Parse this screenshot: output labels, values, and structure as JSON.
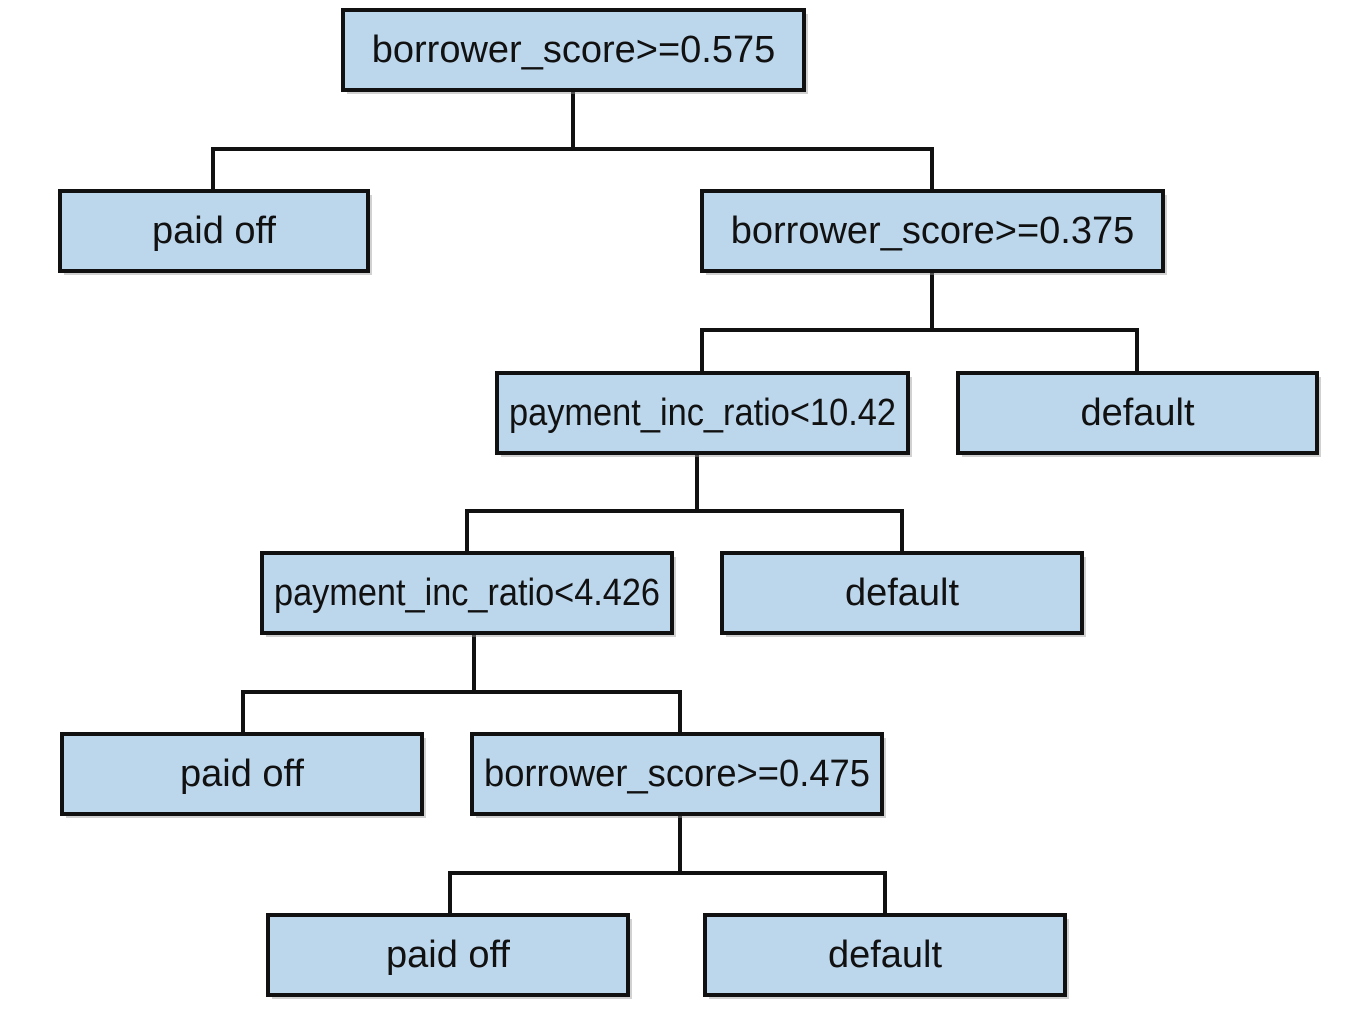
{
  "tree": {
    "nodes": [
      {
        "id": "n1",
        "label": "borrower_score>=0.575",
        "type": "split"
      },
      {
        "id": "n2",
        "label": "paid off",
        "type": "leaf"
      },
      {
        "id": "n3",
        "label": "borrower_score>=0.375",
        "type": "split"
      },
      {
        "id": "n4",
        "label": "payment_inc_ratio<10.42",
        "type": "split"
      },
      {
        "id": "n5",
        "label": "default",
        "type": "leaf"
      },
      {
        "id": "n6",
        "label": "payment_inc_ratio<4.426",
        "type": "split"
      },
      {
        "id": "n7",
        "label": "default",
        "type": "leaf"
      },
      {
        "id": "n8",
        "label": "paid off",
        "type": "leaf"
      },
      {
        "id": "n9",
        "label": "borrower_score>=0.475",
        "type": "split"
      },
      {
        "id": "n10",
        "label": "paid off",
        "type": "leaf"
      },
      {
        "id": "n11",
        "label": "default",
        "type": "leaf"
      }
    ],
    "edges": [
      {
        "from": "n1",
        "to": [
          "n2",
          "n3"
        ]
      },
      {
        "from": "n3",
        "to": [
          "n4",
          "n5"
        ]
      },
      {
        "from": "n4",
        "to": [
          "n6",
          "n7"
        ]
      },
      {
        "from": "n6",
        "to": [
          "n8",
          "n9"
        ]
      },
      {
        "from": "n9",
        "to": [
          "n10",
          "n11"
        ]
      }
    ]
  },
  "colors": {
    "box_fill": "#bcd6ec",
    "box_stroke": "#111111",
    "edge": "#111111"
  }
}
